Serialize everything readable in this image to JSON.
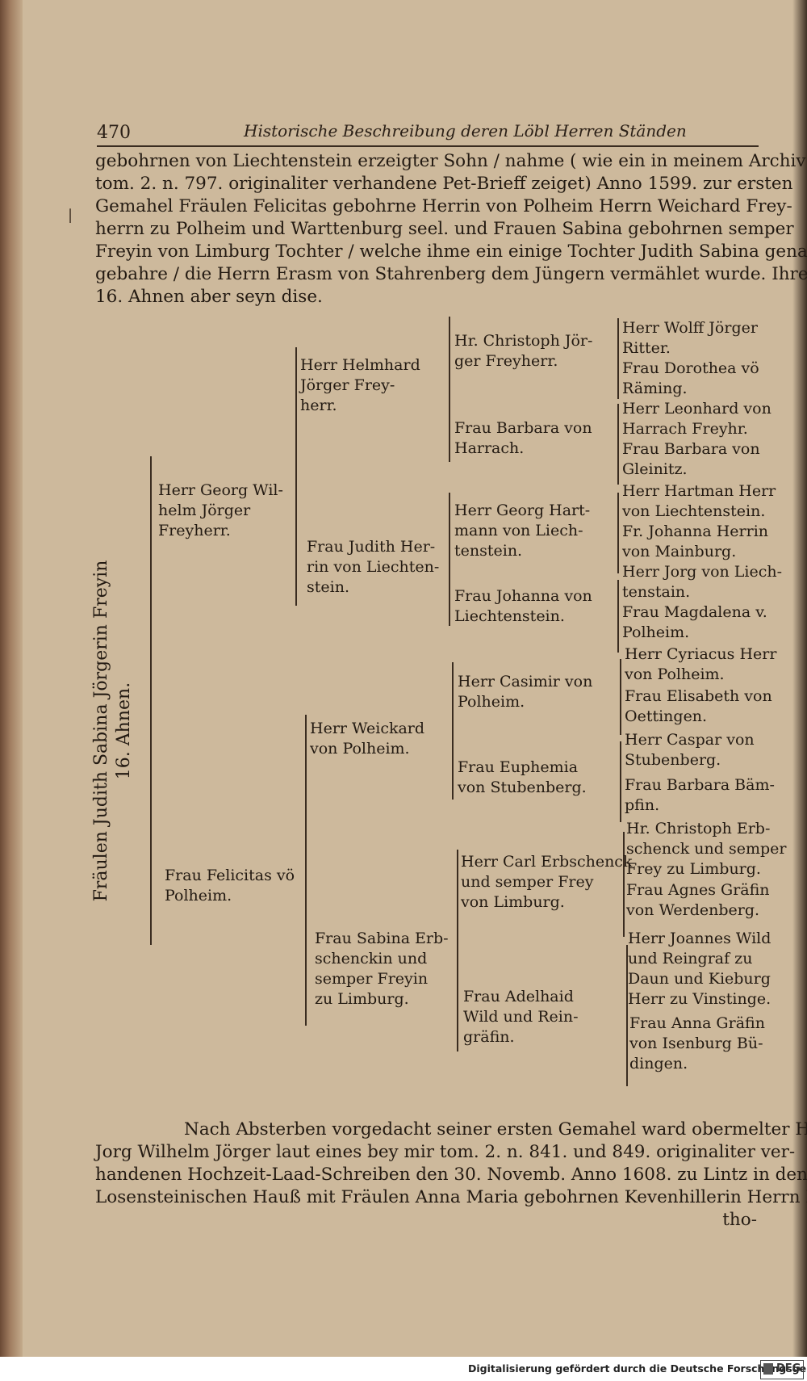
{
  "header": {
    "page_number": "470",
    "running_title": "Historische Beschreibung deren Löbl Herren Ständen"
  },
  "paragraph_1": [
    "gebohrnen von Liechtenstein erzeigter Sohn / nahme ( wie ein in meinem Archiv",
    "tom. 2. n. 797. originaliter verhandene Pet-Brieff zeiget) Anno 1599. zur ersten",
    "Gemahel Fräulen Felicitas gebohrne Herrin von Polheim Herrn Weichard Frey-",
    "herrn zu Polheim und Warttenburg seel. und Frauen Sabina gebohrnen semper",
    "Freyin von Limburg Tochter / welche ihme ein einige Tochter Judith Sabina genannt",
    "gebahre / die Herrn Erasm von Stahrenberg dem Jüngern vermählet wurde. Ihre",
    "16. Ahnen aber seyn dise."
  ],
  "tree": {
    "root": [
      "Fräulen Judith Sabina Jörgerin Freyin",
      "16. Ahnen."
    ],
    "gen1": [
      [
        "Herr Georg Wil-",
        "helm Jörger",
        "Freyherr."
      ],
      [
        "Frau Felicitas vö",
        "Polheim."
      ]
    ],
    "gen2": [
      [
        "Herr Helmhard",
        "Jörger Frey-",
        "herr."
      ],
      [
        "Frau Judith Her-",
        "rin von Liechten-",
        "stein."
      ],
      [
        "Herr Weickard",
        "von Polheim."
      ],
      [
        "Frau Sabina Erb-",
        "schenckin und",
        "semper Freyin",
        "zu Limburg."
      ]
    ],
    "gen3": [
      [
        "Hr. Christoph Jör-",
        "ger Freyherr."
      ],
      [
        "Frau Barbara von",
        "Harrach."
      ],
      [
        "Herr Georg Hart-",
        "mann von Liech-",
        "tenstein."
      ],
      [
        "Frau Johanna von",
        "Liechtenstein."
      ],
      [
        "Herr Casimir von",
        "Polheim."
      ],
      [
        "Frau Euphemia",
        "von Stubenberg."
      ],
      [
        "Herr Carl Erbschenck",
        "und semper Frey",
        "von Limburg."
      ],
      [
        "Frau Adelhaid",
        "Wild und Rein-",
        "gräfin."
      ]
    ],
    "gen4": [
      [
        "Herr Wolff Jörger",
        "Ritter."
      ],
      [
        "Frau Dorothea vö",
        "Räming."
      ],
      [
        "Herr Leonhard von",
        "Harrach Freyhr."
      ],
      [
        "Frau Barbara von",
        "Gleinitz."
      ],
      [
        "Herr Hartman Herr",
        "von Liechtenstein."
      ],
      [
        "Fr. Johanna Herrin",
        "von Mainburg."
      ],
      [
        "Herr Jorg von Liech-",
        "tenstain."
      ],
      [
        "Frau Magdalena v.",
        "Polheim."
      ],
      [
        "Herr Cyriacus Herr",
        "von Polheim."
      ],
      [
        "Frau Elisabeth von",
        "Oettingen."
      ],
      [
        "Herr Caspar von",
        "Stubenberg."
      ],
      [
        "Frau Barbara Bäm-",
        "pfin."
      ],
      [
        "Hr. Christoph Erb-",
        "schenck und semper",
        "Frey zu Limburg."
      ],
      [
        "Frau Agnes Gräfin",
        "von Werdenberg."
      ],
      [
        "Herr Joannes Wild",
        "und Reingraf zu",
        "Daun und Kieburg",
        "Herr zu Vinstinge."
      ],
      [
        "Frau Anna Gräfin",
        "von Isenburg Bü-",
        "dingen."
      ]
    ]
  },
  "paragraph_2": [
    "Nach Absterben vorgedacht seiner ersten Gemahel ward obermelter Herr",
    "Jorg Wilhelm Jörger laut eines bey mir tom. 2. n. 841. und 849. originaliter ver-",
    "handenen Hochzeit-Laad-Schreiben den 30. Novemb. Anno 1608. zu Lintz in den",
    "Losensteinischen Hauß mit Fräulen Anna Maria gebohrnen Kevenhillerin Herrn Bar-",
    "tho-"
  ],
  "margin_mark": "|",
  "footer": {
    "text": "Digitalisierung gefördert durch die Deutsche Forschungsgemeinschaft ·",
    "logo": "DFG"
  }
}
